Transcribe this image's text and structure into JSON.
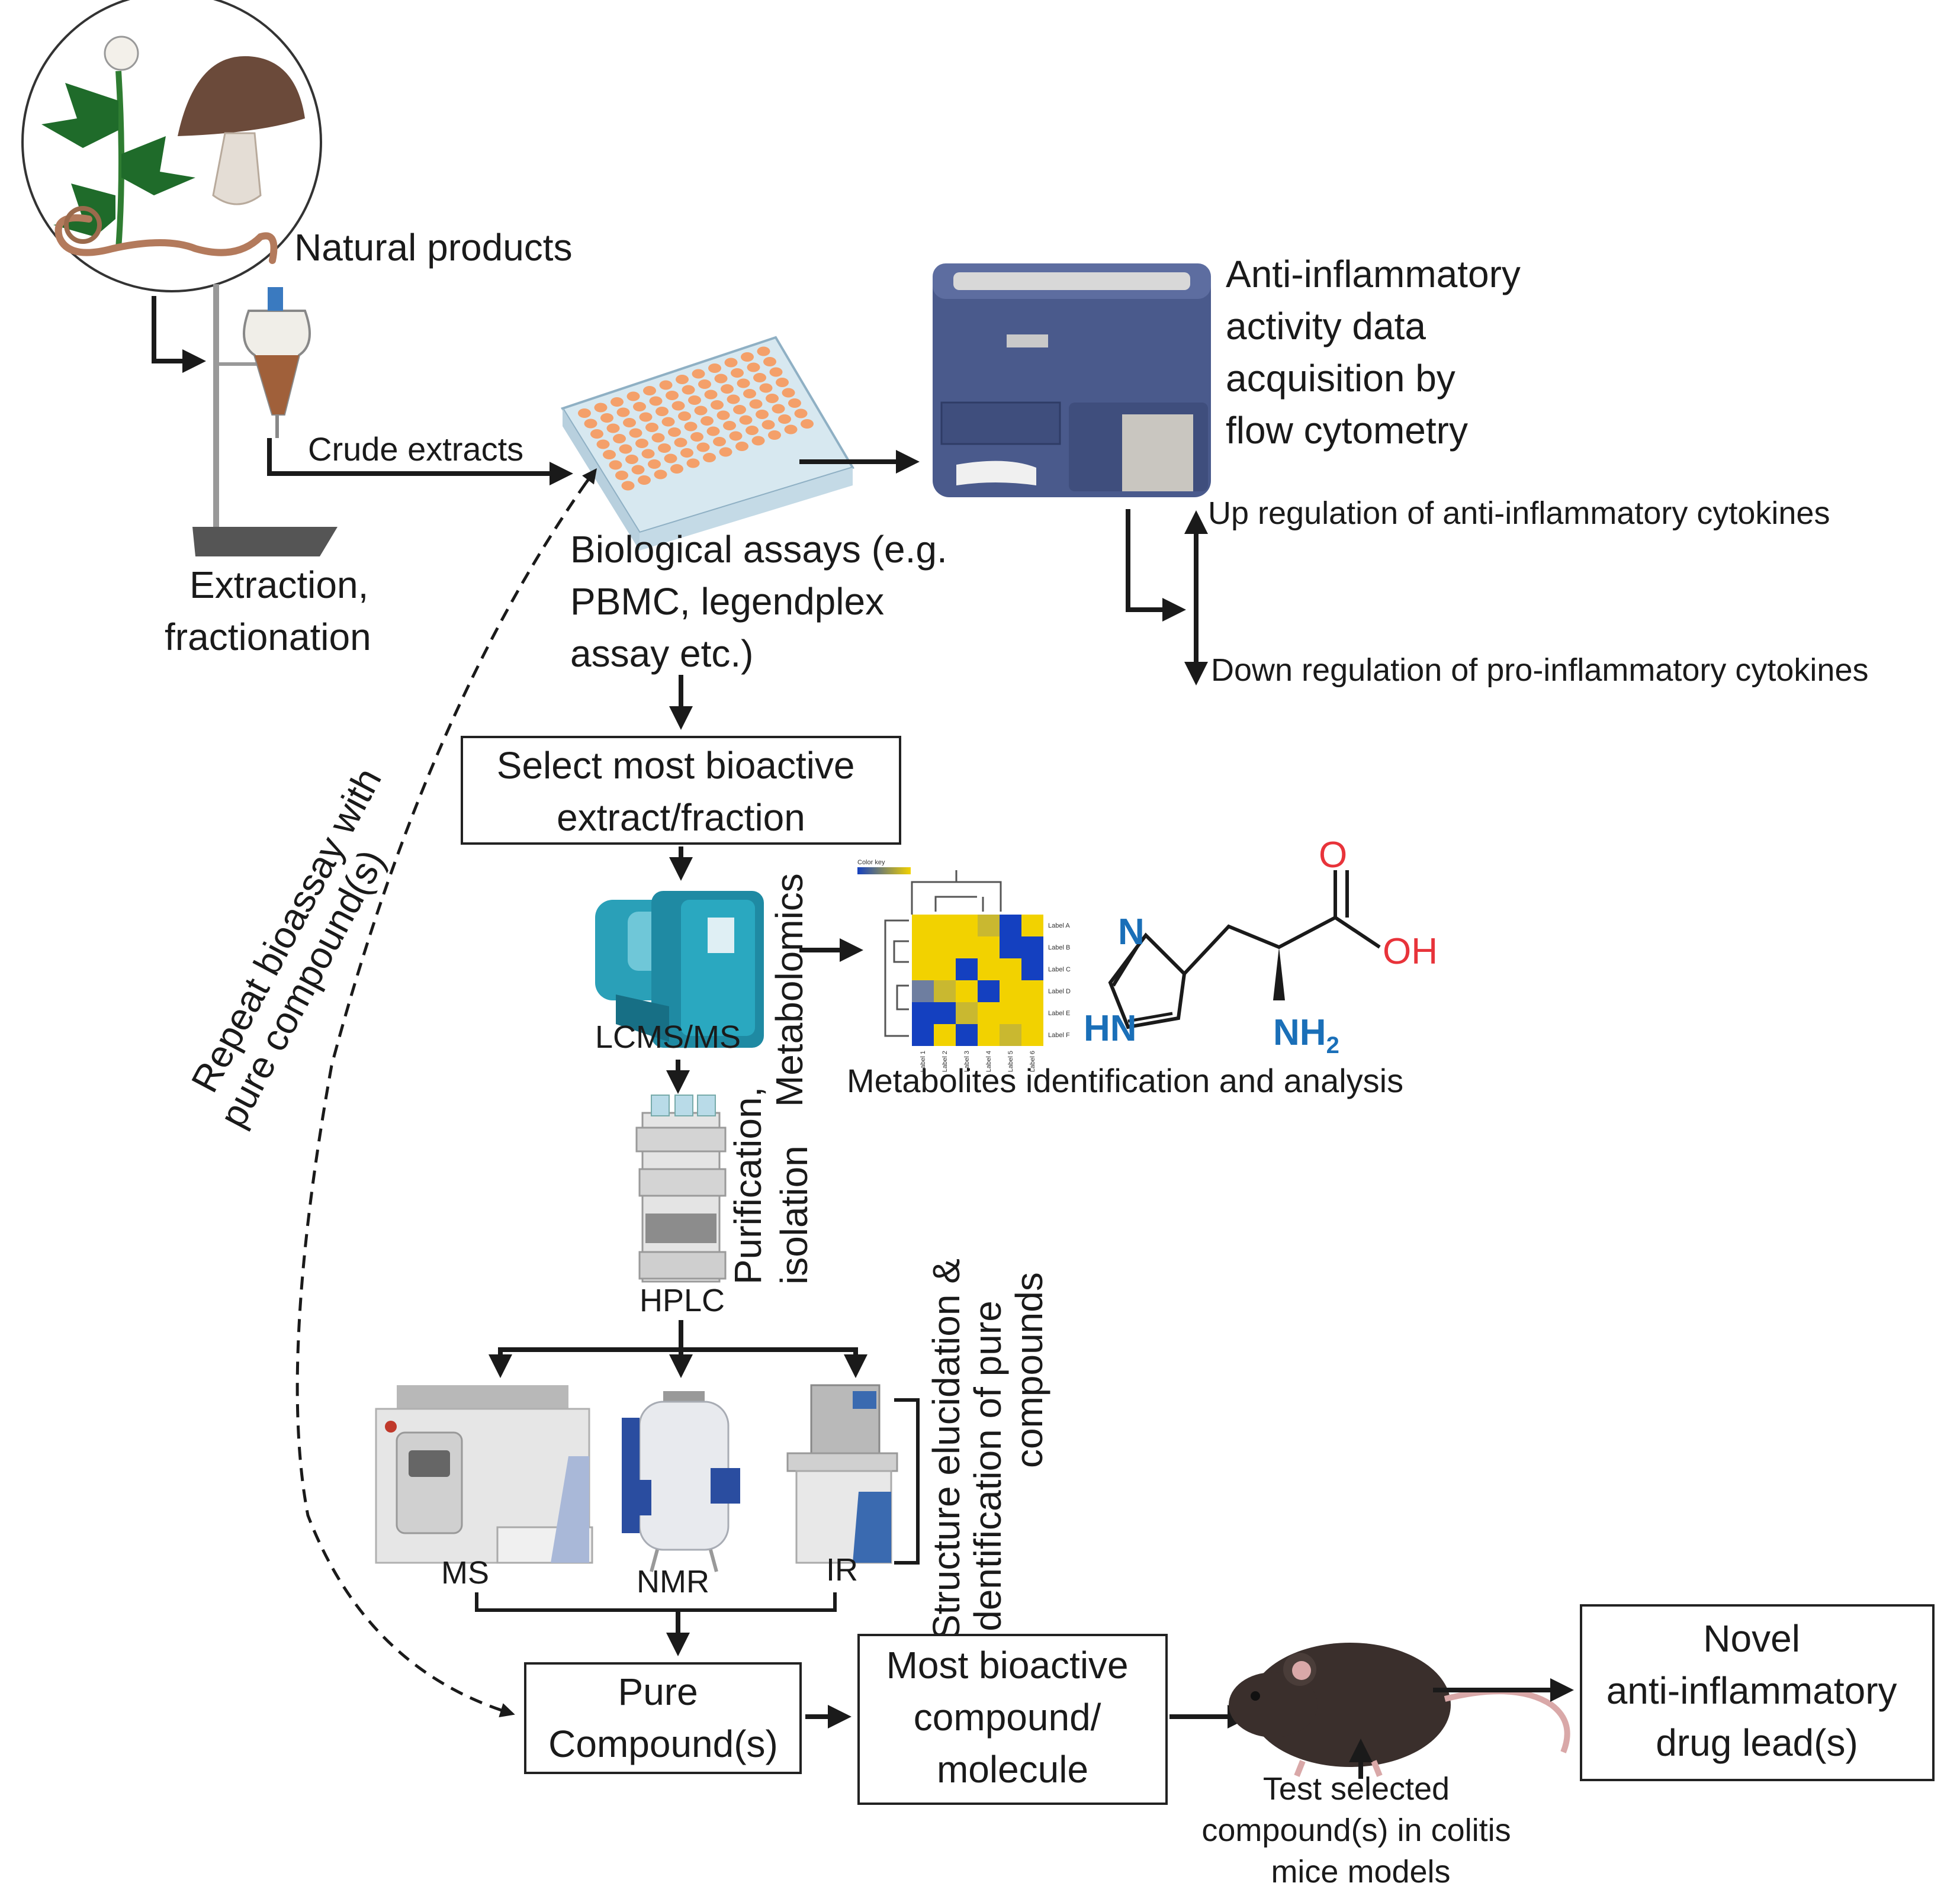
{
  "labels": {
    "natural_products": "Natural products",
    "crude_extracts": "Crude extracts",
    "extraction": [
      "Extraction,",
      "fractionation"
    ],
    "biological_assays": [
      "Biological assays (e.g.",
      "PBMC, legendplex",
      "assay etc.)"
    ],
    "flow_cytometry": [
      "Anti-inflammatory",
      "activity data",
      "acquisition by",
      "flow cytometry"
    ],
    "up_regulation": "Up regulation of anti-inflammatory cytokines",
    "down_regulation": "Down regulation of pro-inflammatory cytokines",
    "select_box": [
      "Select most bioactive",
      "extract/fraction"
    ],
    "repeat_bioassay": [
      "Repeat bioassay with",
      "pure compound(s)"
    ],
    "lcms": "LCMS/MS",
    "metabolomics": "Metabolomics",
    "metabolites": "Metabolites  identification and analysis",
    "purification": [
      "Purification,",
      "isolation"
    ],
    "hplc": "HPLC",
    "ms": "MS",
    "nmr": "NMR",
    "ir": "IR",
    "structure": [
      "Structure elucidation &",
      "identification of pure",
      "compounds"
    ],
    "pure_compounds": [
      "Pure",
      "Compound(s)"
    ],
    "most_bioactive": [
      "Most bioactive",
      "compound/",
      "molecule"
    ],
    "test_selected": [
      "Test selected",
      "compound(s) in colitis",
      "mice models"
    ],
    "novel": [
      "Novel",
      "anti-inflammatory",
      "drug lead(s)"
    ]
  },
  "molecule": {
    "atom_o": "O",
    "atom_oh": "OH",
    "atom_n": "N",
    "atom_hn": "HN",
    "atom_nh": "NH",
    "subscript": "2"
  },
  "heatmap": {
    "color_key": "Color key",
    "row_labels": [
      "Label A",
      "Label B",
      "Label C",
      "Label D",
      "Label E",
      "Label F"
    ],
    "col_labels": [
      "Label 1",
      "Label 2",
      "Label 3",
      "Label 4",
      "Label 5",
      "Label 6"
    ]
  },
  "colors": {
    "plate": "#f4a06a",
    "cytometer": "#4a5a8c",
    "lcms": "#2aa0b8",
    "heat_yellow": "#f2d200",
    "heat_blue": "#1440c0",
    "red_atom": "#e8333a",
    "blue_atom": "#1a6fb8"
  }
}
